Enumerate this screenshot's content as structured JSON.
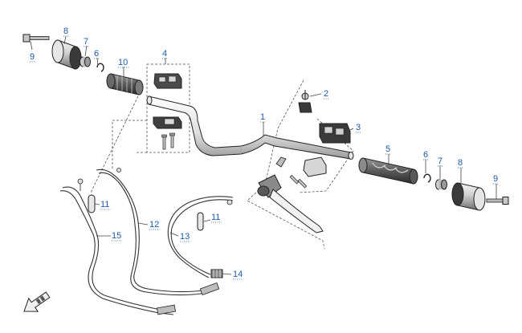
{
  "labels": {
    "p1": "1",
    "p2": "2",
    "p3": "3",
    "p4": "4",
    "p5": "5",
    "p6_left": "6",
    "p6_right": "6",
    "p7_left": "7",
    "p7_right": "7",
    "p8_left": "8",
    "p8_right": "8",
    "p9_left": "9",
    "p9_right": "9",
    "p10": "10",
    "p11_left": "11",
    "p11_right": "11",
    "p12": "12",
    "p13": "13",
    "p14": "14",
    "p15": "15"
  },
  "colors": {
    "label_blue": "#1e5aa8",
    "line": "#222222",
    "part_dark": "#3a3a3a",
    "part_mid": "#8a8a8a",
    "part_light": "#d9d9d9"
  },
  "icons": {
    "front_arrow": "front-direction-arrow-icon"
  }
}
